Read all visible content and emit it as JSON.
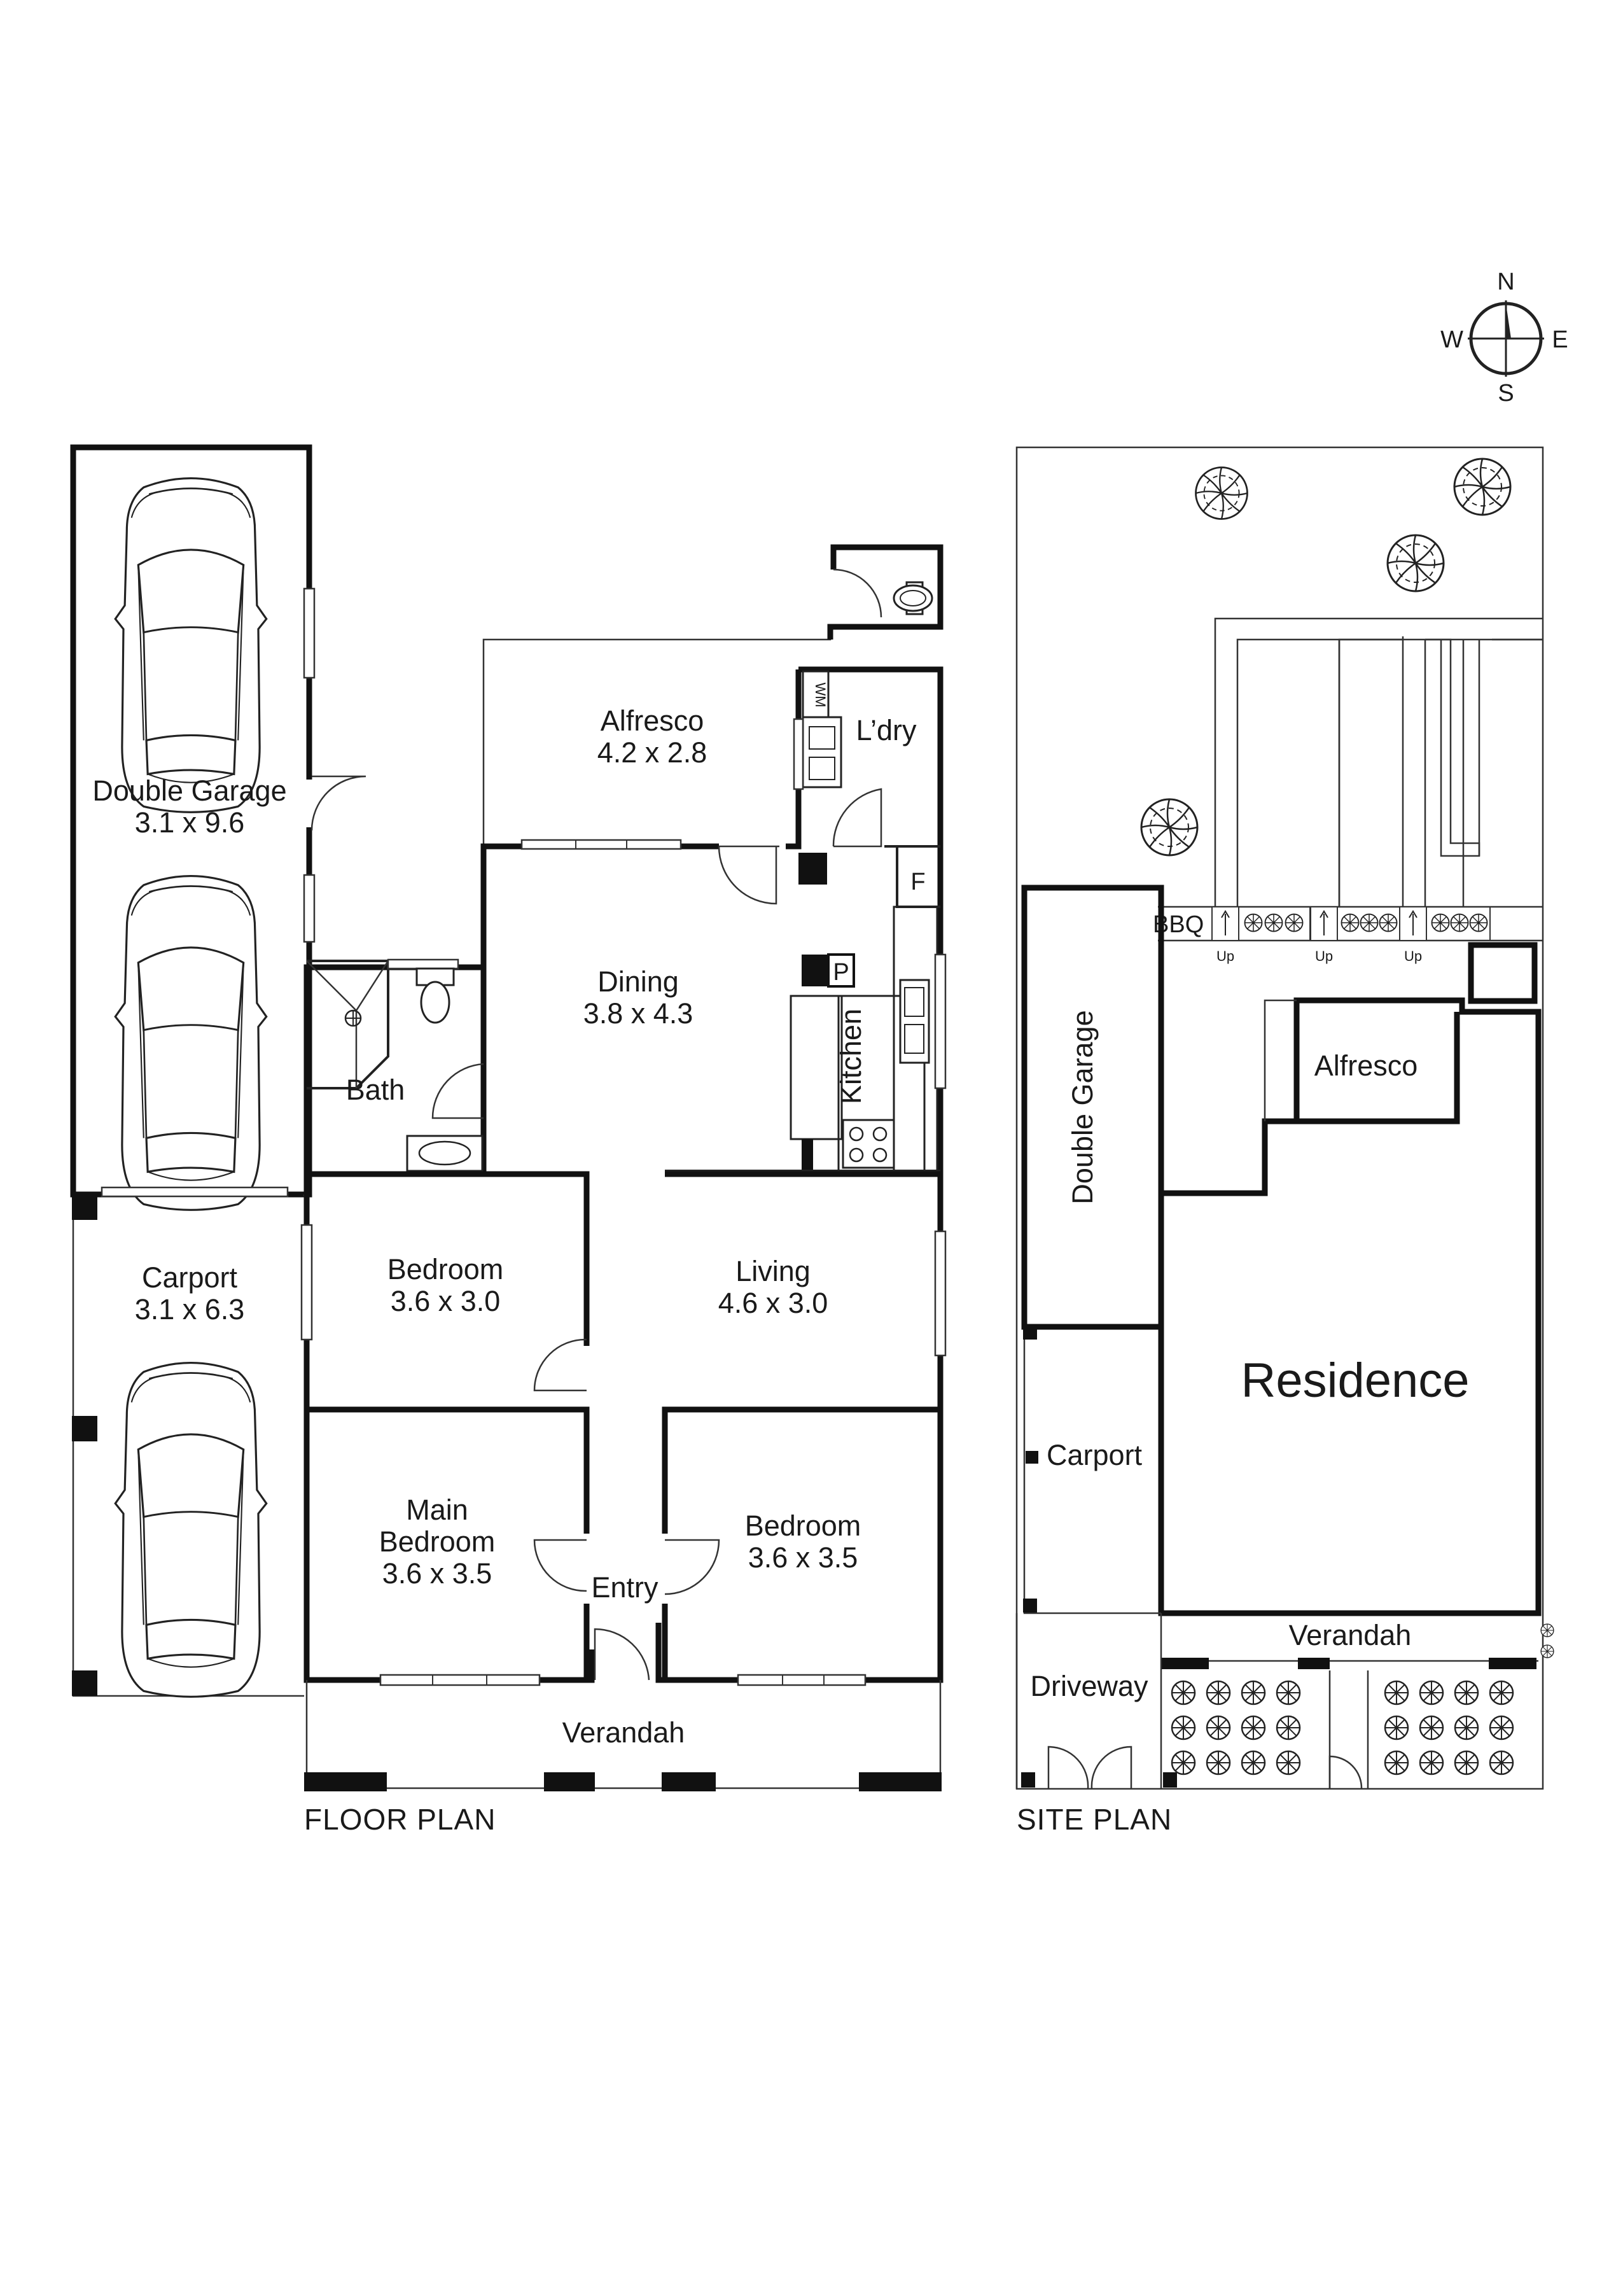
{
  "compass": {
    "n": "N",
    "e": "E",
    "s": "S",
    "w": "W"
  },
  "floor_plan": {
    "caption": "FLOOR PLAN",
    "rooms": {
      "double_garage": {
        "name": "Double Garage",
        "size": "3.1 x 9.6"
      },
      "carport": {
        "name": "Carport",
        "size": "3.1 x 6.3"
      },
      "alfresco": {
        "name": "Alfresco",
        "size": "4.2 x 2.8"
      },
      "laundry": {
        "name": "L’dry"
      },
      "dining": {
        "name": "Dining",
        "size": "3.8 x 4.3"
      },
      "kitchen": {
        "name": "Kitchen"
      },
      "bath": {
        "name": "Bath"
      },
      "bedroom_2": {
        "name": "Bedroom",
        "size": "3.6 x 3.0"
      },
      "living": {
        "name": "Living",
        "size": "4.6 x 3.0"
      },
      "main_bedroom": {
        "line1": "Main",
        "line2": "Bedroom",
        "size": "3.6 x 3.5"
      },
      "bedroom_3": {
        "name": "Bedroom",
        "size": "3.6 x 3.5"
      },
      "entry": {
        "name": "Entry"
      },
      "verandah": {
        "name": "Verandah"
      }
    },
    "fixtures": {
      "washing_machine": "WM",
      "fridge": "F",
      "pantry": "P"
    }
  },
  "site_plan": {
    "caption": "SITE PLAN",
    "labels": {
      "residence": "Residence",
      "double_garage": "Double Garage",
      "alfresco": "Alfresco",
      "carport": "Carport",
      "verandah": "Verandah",
      "driveway": "Driveway",
      "bbq": "BBQ",
      "up1": "Up",
      "up2": "Up",
      "up3": "Up"
    }
  }
}
